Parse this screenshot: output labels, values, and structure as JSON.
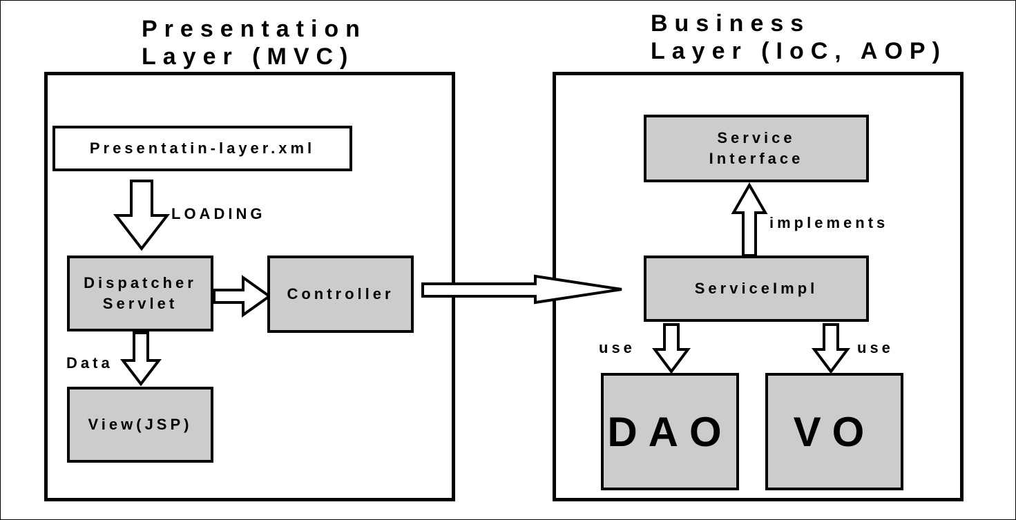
{
  "presentation_layer": {
    "title_line1": "Presentation",
    "title_line2": "Layer (MVC)",
    "config_file": "Presentatin-layer.xml",
    "loading_label": "LOADING",
    "dispatcher_line1": "Dispatcher",
    "dispatcher_line2": "Servlet",
    "controller": "Controller",
    "data_label": "Data",
    "view": "View(JSP)"
  },
  "business_layer": {
    "title_line1": "Business",
    "title_line2": "Layer (IoC, AOP)",
    "service_interface_line1": "Service",
    "service_interface_line2": "Interface",
    "implements_label": "implements",
    "service_impl": "ServiceImpl",
    "use_label_left": "use",
    "use_label_right": "use",
    "dao": "DAO",
    "vo": "VO"
  },
  "colors": {
    "box_fill": "#cccccc",
    "stroke": "#000000",
    "background": "#ffffff"
  }
}
